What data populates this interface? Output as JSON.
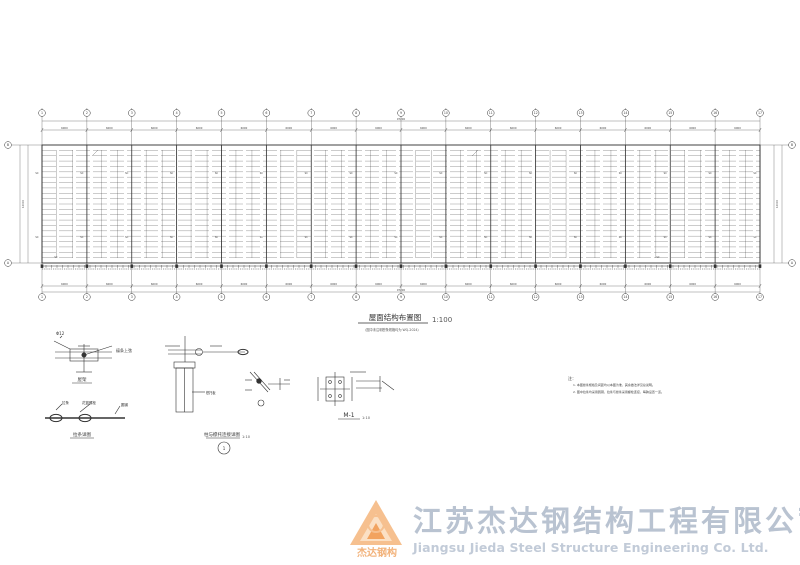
{
  "plan": {
    "title": "屋面结构布置图",
    "scale": "1:100",
    "subtitle": "（图中未注明檩条规格均为 WQ-2024）",
    "column_labels": [
      "1",
      "2",
      "3",
      "4",
      "5",
      "6",
      "7",
      "8",
      "9",
      "10",
      "11",
      "12",
      "13",
      "14",
      "15",
      "16",
      "17"
    ],
    "row_labels": [
      "B",
      "A"
    ],
    "span_dimension": "6000",
    "total_dimension": "97200",
    "depth_dimension": "12000",
    "member_label": "SC"
  },
  "details": {
    "tie_rod_title": "屋架",
    "tie_rod_note": "檩条上弦",
    "brace_title": "拉条详图",
    "brace_labels": [
      "拉条",
      "花篮螺栓",
      "圆钢"
    ],
    "column_title": "柱与檩托连接详图",
    "column_scale": "1:10",
    "column_note": "檩托板",
    "connection_title": "M-1",
    "connection_scale": "1:10",
    "circle_mark": "1",
    "angle_label": "Φ12"
  },
  "notes": {
    "heading": "注：",
    "lines": [
      "1. 本图檩条规格及间距均以本图为准，其余做法详见总说明。",
      "2. 图中拉条均采用圆钢，拉条与檩条采用螺栓连接，每跨设置一道。"
    ]
  },
  "company": {
    "name_cn": "江苏杰达钢结构工程有限公司",
    "name_en": "Jiangsu Jieda Steel Structure Engineering Co. Ltd.",
    "logo_text": "杰达钢构",
    "logo_colors": [
      "#f6c08f",
      "#f2a35f",
      "#fbe0c4"
    ]
  }
}
